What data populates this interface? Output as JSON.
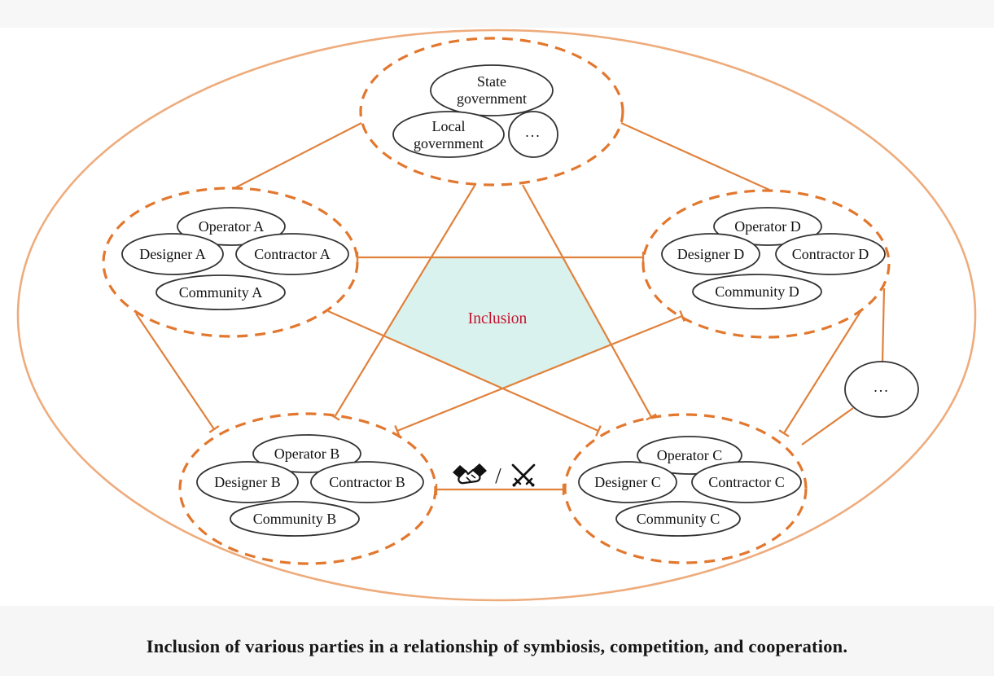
{
  "caption": "Inclusion of various parties in a relationship of symbiosis, competition, and cooperation.",
  "center": {
    "label": "Inclusion"
  },
  "relationship": {
    "separator": "/"
  },
  "clusters": {
    "government": {
      "state_line1": "State",
      "state_line2": "government",
      "local_line1": "Local",
      "local_line2": "government",
      "more": "..."
    },
    "a": {
      "operator": "Operator A",
      "designer": "Designer A",
      "contractor": "Contractor A",
      "community": "Community A"
    },
    "b": {
      "operator": "Operator B",
      "designer": "Designer B",
      "contractor": "Contractor B",
      "community": "Community B"
    },
    "c": {
      "operator": "Operator C",
      "designer": "Designer C",
      "contractor": "Contractor C",
      "community": "Community C"
    },
    "d": {
      "operator": "Operator D",
      "designer": "Designer D",
      "contractor": "Contractor D",
      "community": "Community D"
    }
  },
  "more_node": "...",
  "colors": {
    "outer_ellipse": "#eeac7d",
    "cluster_dash": "#e2772e",
    "link": "#e0813c",
    "node_stroke": "#333333",
    "pentagon_fill": "#daf2ed",
    "inclusion_text": "#c41230",
    "caption_bg": "#f6f6f6",
    "top_strip_bg": "#f7f7f7",
    "icon": "#111111"
  }
}
